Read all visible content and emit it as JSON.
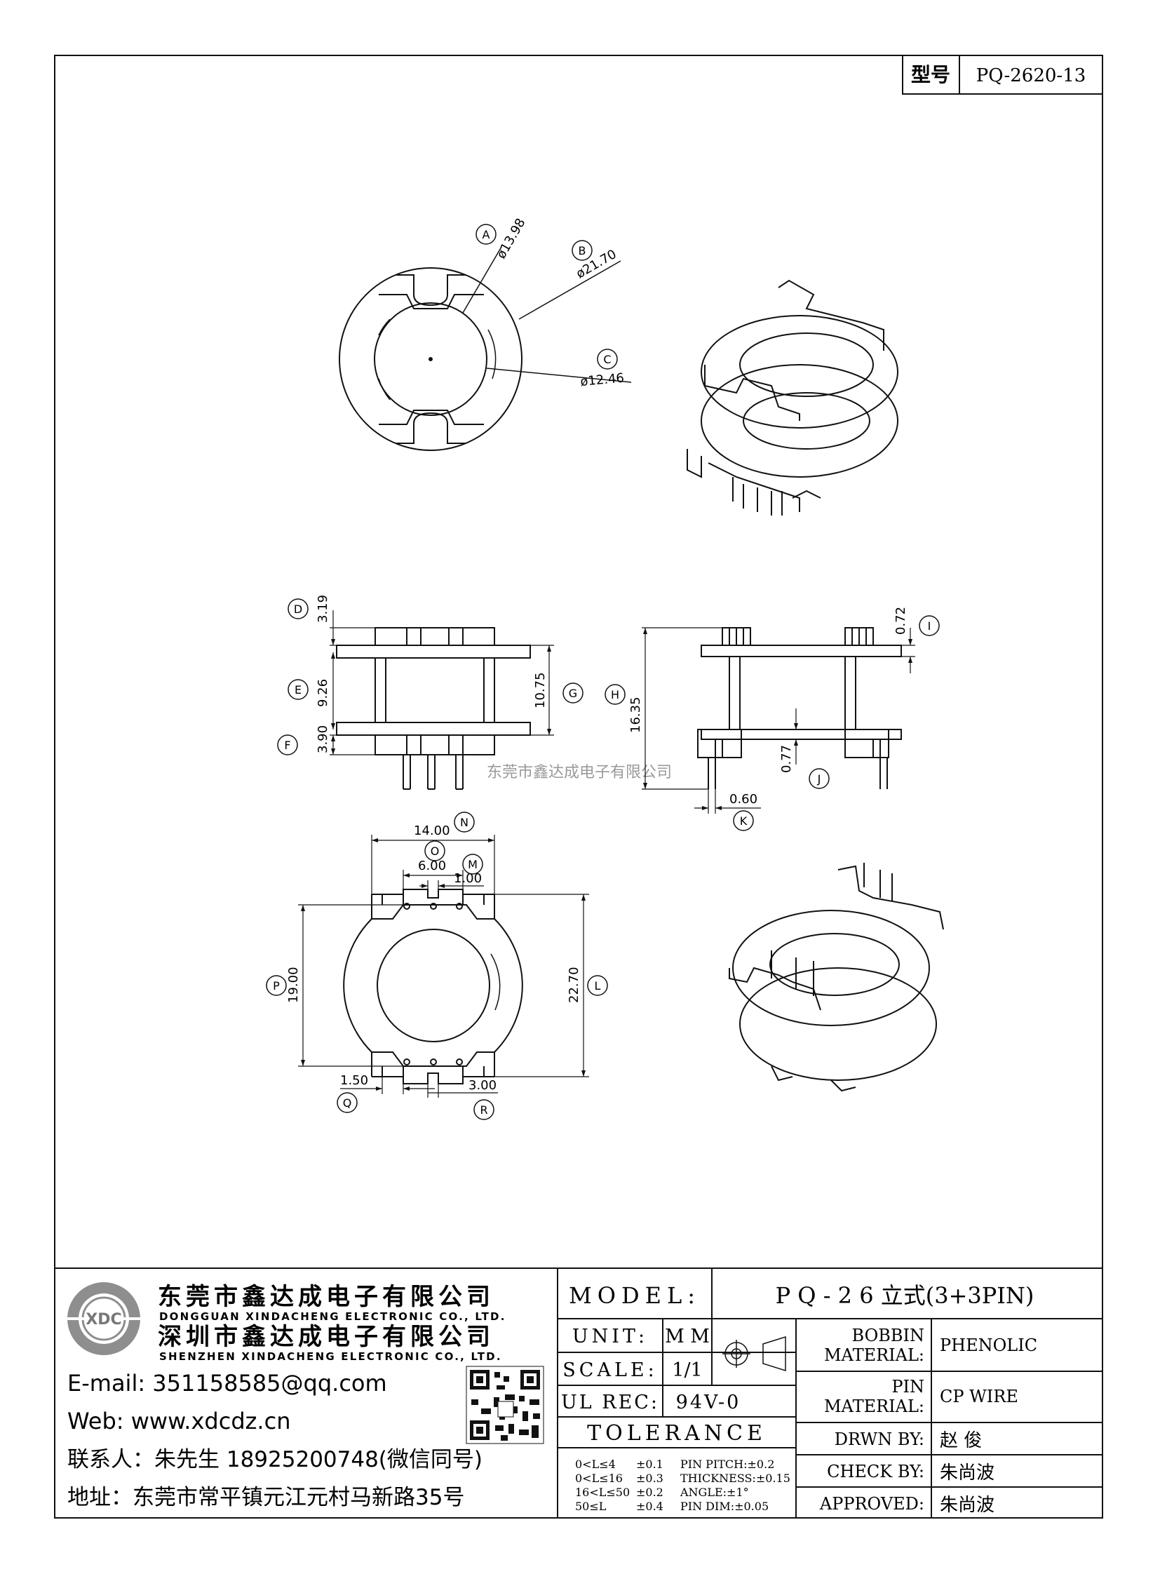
{
  "model_box": {
    "label": "型号",
    "value": "PQ-2620-13"
  },
  "dims": {
    "A": "ø13.98",
    "B": "ø21.70",
    "C": "ø12.46",
    "D": "3.19",
    "E": "9.26",
    "F": "3.90",
    "G": "10.75",
    "H": "16.35",
    "I": "0.72",
    "J": "0.77",
    "K": "0.60",
    "N": "14.00",
    "O": "6.00",
    "M": "1.00",
    "P": "19.00",
    "L": "22.70",
    "Q": "1.50",
    "R": "3.00"
  },
  "bubbles": [
    "A",
    "B",
    "C",
    "D",
    "E",
    "F",
    "G",
    "H",
    "I",
    "J",
    "K",
    "L",
    "M",
    "N",
    "O",
    "P",
    "Q",
    "R"
  ],
  "watermark": "东莞市鑫达成电子有限公司",
  "company": {
    "name_cn_1": "东莞市鑫达成电子有限公司",
    "name_en_1": "DONGGUAN XINDACHENG ELECTRONIC CO., LTD.",
    "name_cn_2": "深圳市鑫达成电子有限公司",
    "name_en_2": "SHENZHEN XINDACHENG ELECTRONIC CO., LTD.",
    "logo_text": "XDC",
    "email": "E-mail:  351158585@qq.com",
    "web": "Web:  www.xdcdz.cn",
    "contact": "联系人：朱先生 18925200748(微信同号)",
    "address": "地址：东莞市常平镇元江元村马新路35号"
  },
  "title_block": {
    "model_label": "MODEL:",
    "model_value": "P Q - 2 6 立式(3+3PIN)",
    "unit_label": "UNIT:",
    "unit_value": "M M",
    "scale_label": "SCALE:",
    "scale_value": "1/1",
    "ul_label": "UL REC:",
    "ul_value": "94V-0",
    "tolerance_label": "TOLERANCE",
    "tolerances": [
      [
        "0<L≤4",
        "±0.1",
        "PIN PITCH:±0.2"
      ],
      [
        "0<L≤16",
        "±0.3",
        "THICKNESS:±0.15"
      ],
      [
        "16<L≤50",
        "±0.2",
        "ANGLE:±1°"
      ],
      [
        "50≤L",
        "±0.4",
        "PIN DIM:±0.05"
      ]
    ],
    "bobbin_label_1": "BOBBIN",
    "bobbin_label_2": "MATERIAL:",
    "bobbin_value": "PHENOLIC",
    "pin_label_1": "PIN",
    "pin_label_2": "MATERIAL:",
    "pin_value": "CP WIRE",
    "drawn_label": "DRWN BY:",
    "drawn_value": "赵  俊",
    "check_label": "CHECK BY:",
    "check_value": "朱尚波",
    "approved_label": "APPROVED:",
    "approved_value": "朱尚波"
  }
}
